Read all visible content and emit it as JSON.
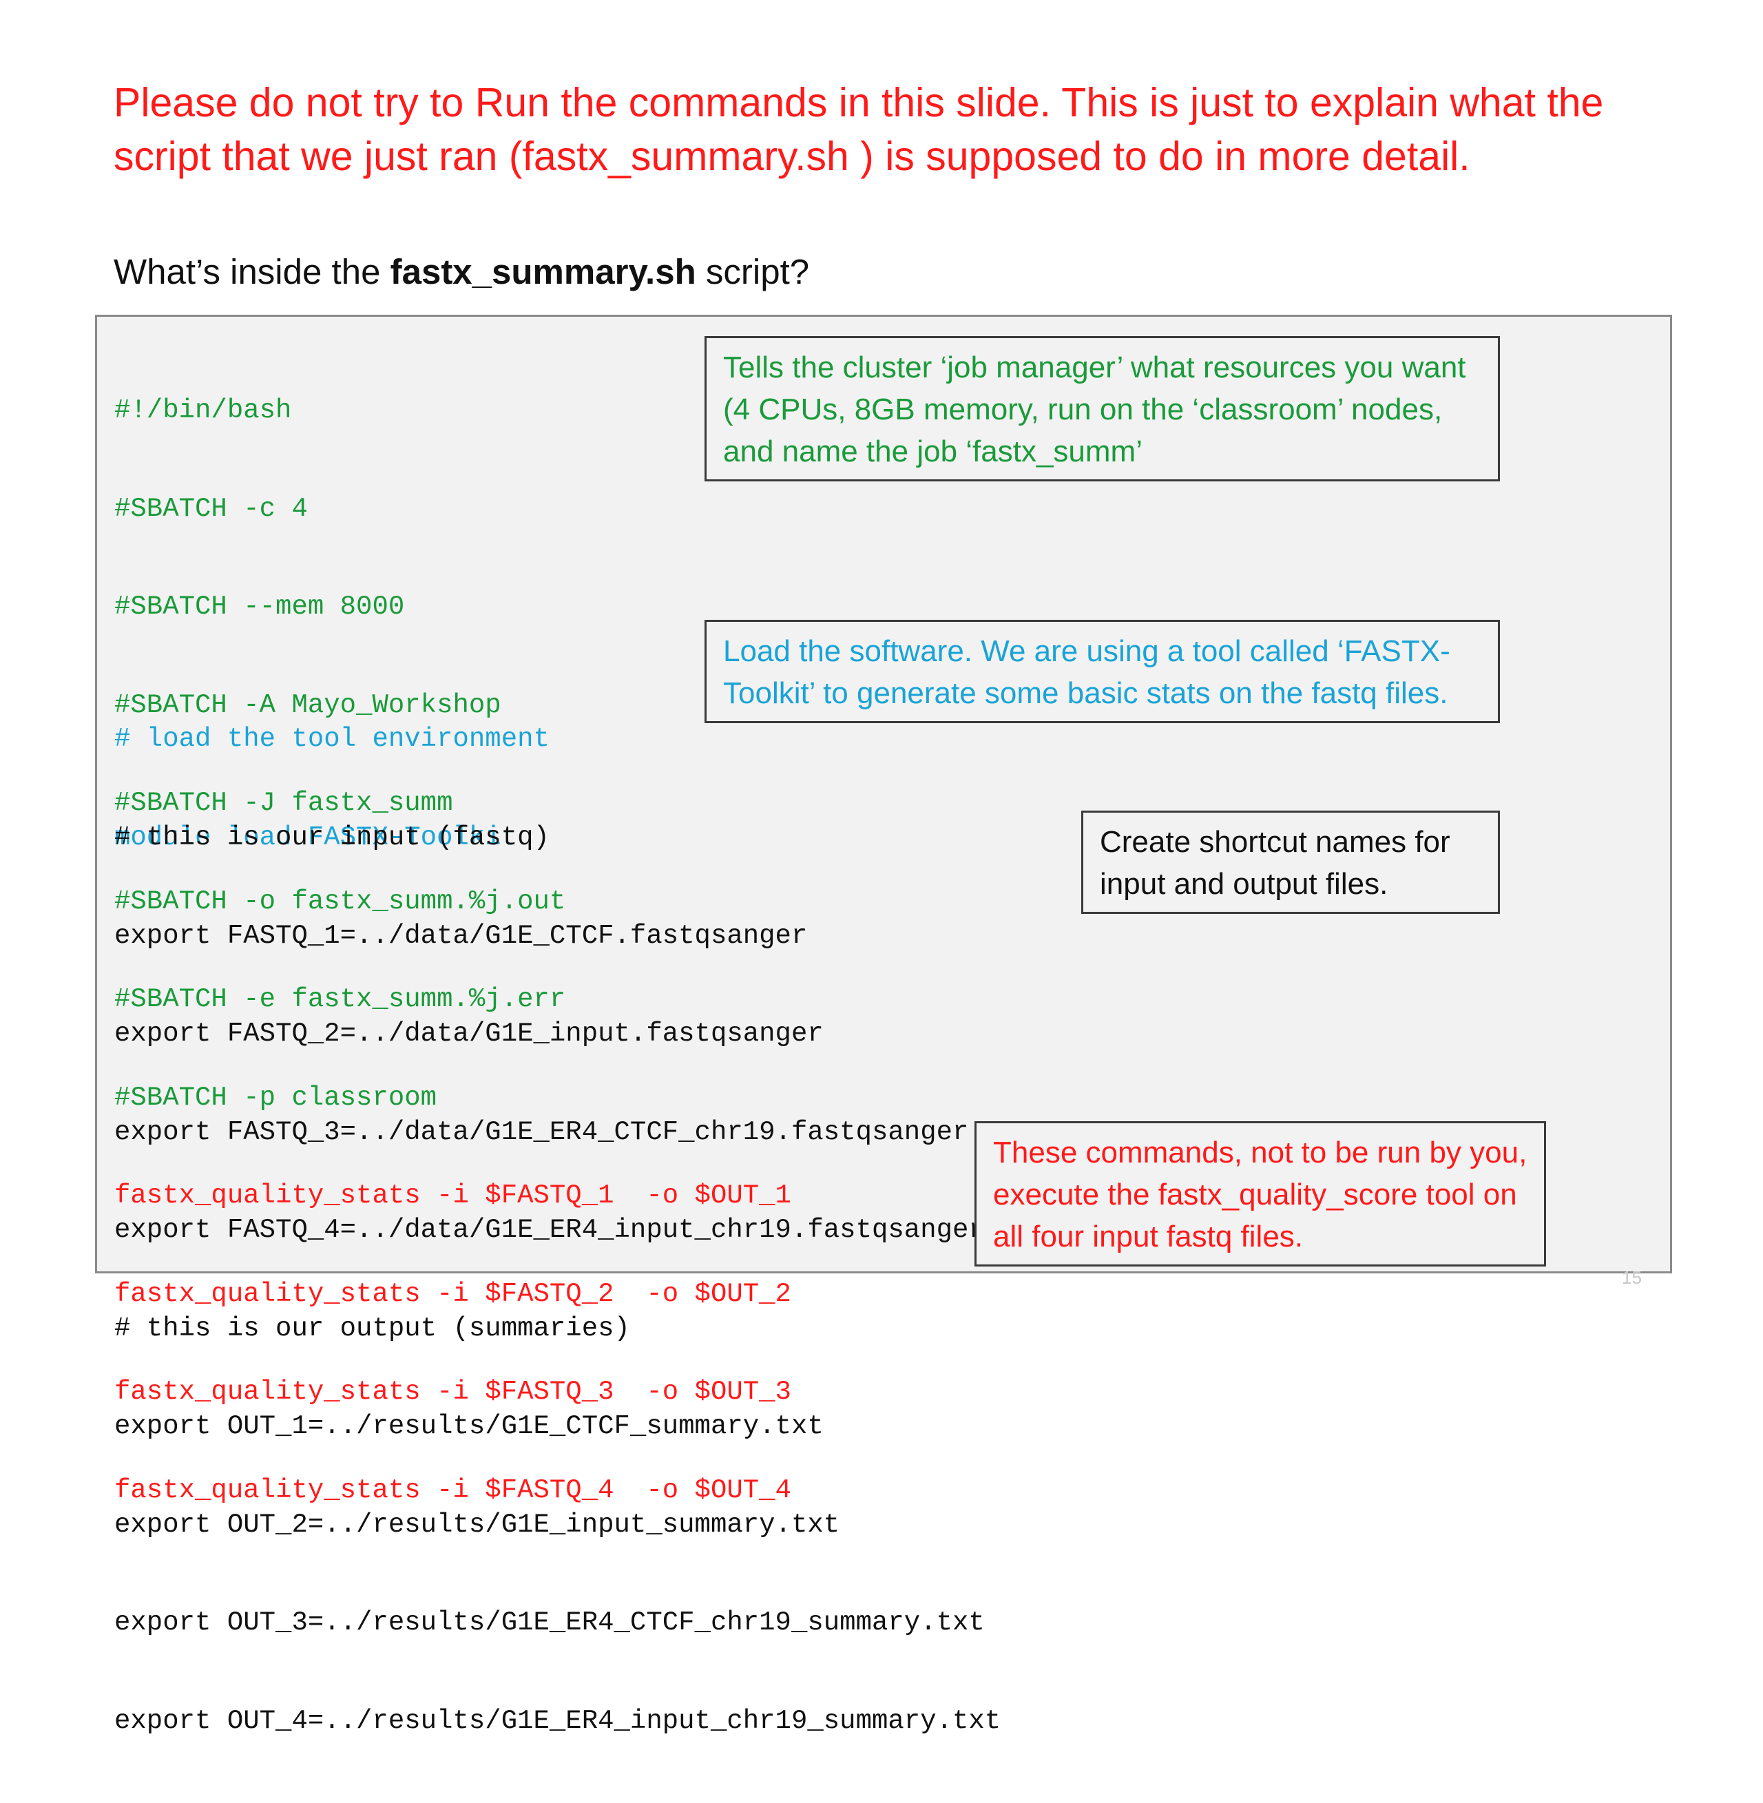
{
  "warning_text": "Please do not try to Run the commands in this slide. This is just to explain what the script that we just ran (fastx_summary.sh ) is supposed to do in more detail.",
  "heading": {
    "prefix": "What’s inside the ",
    "script_name": "fastx_summary.sh",
    "suffix": " script?"
  },
  "code": {
    "sbatch_lines": [
      "#!/bin/bash",
      "#SBATCH -c 4",
      "#SBATCH --mem 8000",
      "#SBATCH -A Mayo_Workshop",
      "#SBATCH -J fastx_summ",
      "#SBATCH -o fastx_summ.%j.out",
      "#SBATCH -e fastx_summ.%j.err",
      "#SBATCH -p classroom"
    ],
    "module_lines": [
      "# load the tool environment",
      "module load FASTX-Toolkit"
    ],
    "export_lines": [
      "# this is our input (fastq)",
      "export FASTQ_1=../data/G1E_CTCF.fastqsanger",
      "export FASTQ_2=../data/G1E_input.fastqsanger",
      "export FASTQ_3=../data/G1E_ER4_CTCF_chr19.fastqsanger",
      "export FASTQ_4=../data/G1E_ER4_input_chr19.fastqsanger",
      "# this is our output (summaries)",
      "export OUT_1=../results/G1E_CTCF_summary.txt",
      "export OUT_2=../results/G1E_input_summary.txt",
      "export OUT_3=../results/G1E_ER4_CTCF_chr19_summary.txt",
      "export OUT_4=../results/G1E_ER4_input_chr19_summary.txt"
    ],
    "command_lines": [
      "fastx_quality_stats -i $FASTQ_1  -o $OUT_1",
      "fastx_quality_stats -i $FASTQ_2  -o $OUT_2",
      "fastx_quality_stats -i $FASTQ_3  -o $OUT_3",
      "fastx_quality_stats -i $FASTQ_4  -o $OUT_4"
    ]
  },
  "notes": {
    "resources": "Tells the cluster ‘job manager’ what resources you want (4 CPUs, 8GB memory, run on the ‘classroom’ nodes, and name the job ‘fastx_summ’",
    "software": "Load the software.  We are using a tool called ‘FASTX-Toolkit’ to generate some basic stats on the fastq files.",
    "shortcuts": "Create shortcut names for input and output files.",
    "commands": "These commands, not to be run by you, execute the fastx_quality_score tool on all four input fastq files."
  },
  "colors": {
    "warning": "#ff1a1a",
    "sbatch": "#1a9a3a",
    "module": "#1aa3d6",
    "exports": "#111111",
    "commands": "#ff1a1a",
    "panel_bg": "#f2f2f2"
  },
  "slide_number": "15"
}
